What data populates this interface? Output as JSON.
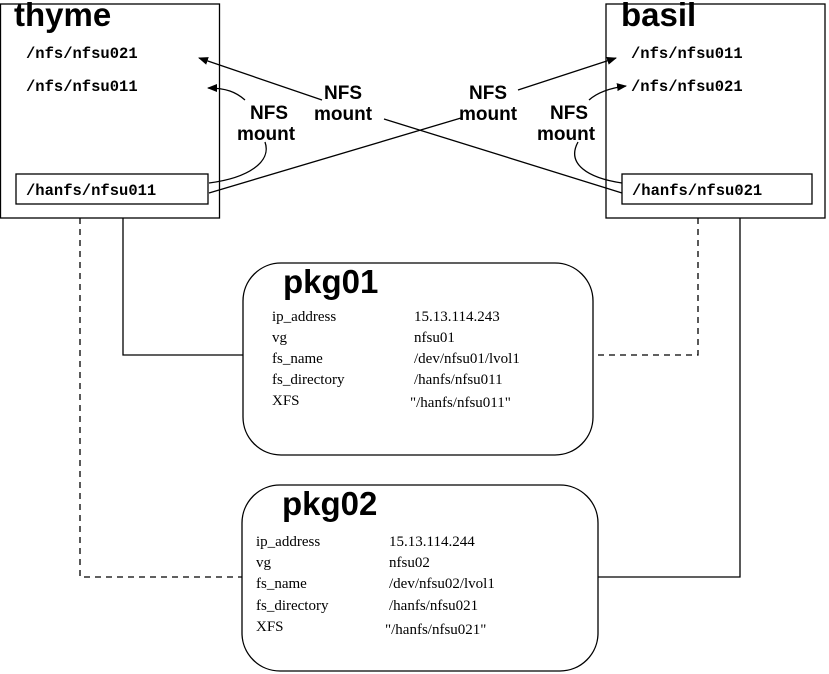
{
  "hosts": {
    "thyme": {
      "name": "thyme",
      "mounts": [
        "/nfs/nfsu021",
        "/nfs/nfsu011"
      ],
      "export": "/hanfs/nfsu011",
      "mount_label": [
        "NFS",
        "mount"
      ]
    },
    "basil": {
      "name": "basil",
      "mounts": [
        "/nfs/nfsu011",
        "/nfs/nfsu021"
      ],
      "export": "/hanfs/nfsu021",
      "mount_label": [
        "NFS",
        "mount"
      ]
    }
  },
  "cross_labels": {
    "left": [
      "NFS",
      "mount"
    ],
    "right": [
      "NFS",
      "mount"
    ]
  },
  "packages": [
    {
      "name": "pkg01",
      "attributes": [
        {
          "key": "ip_address",
          "value": "15.13.114.243"
        },
        {
          "key": "vg",
          "value": "nfsu01"
        },
        {
          "key": "fs_name",
          "value": "/dev/nfsu01/lvol1"
        },
        {
          "key": "fs_directory",
          "value": "/hanfs/nfsu011"
        },
        {
          "key": "XFS",
          "value": "\"/hanfs/nfsu011\""
        }
      ]
    },
    {
      "name": "pkg02",
      "attributes": [
        {
          "key": "ip_address",
          "value": "15.13.114.244"
        },
        {
          "key": "vg",
          "value": "nfsu02"
        },
        {
          "key": "fs_name",
          "value": "/dev/nfsu02/lvol1"
        },
        {
          "key": "fs_directory",
          "value": "/hanfs/nfsu021"
        },
        {
          "key": "XFS",
          "value": "\"/hanfs/nfsu021\""
        }
      ]
    }
  ]
}
